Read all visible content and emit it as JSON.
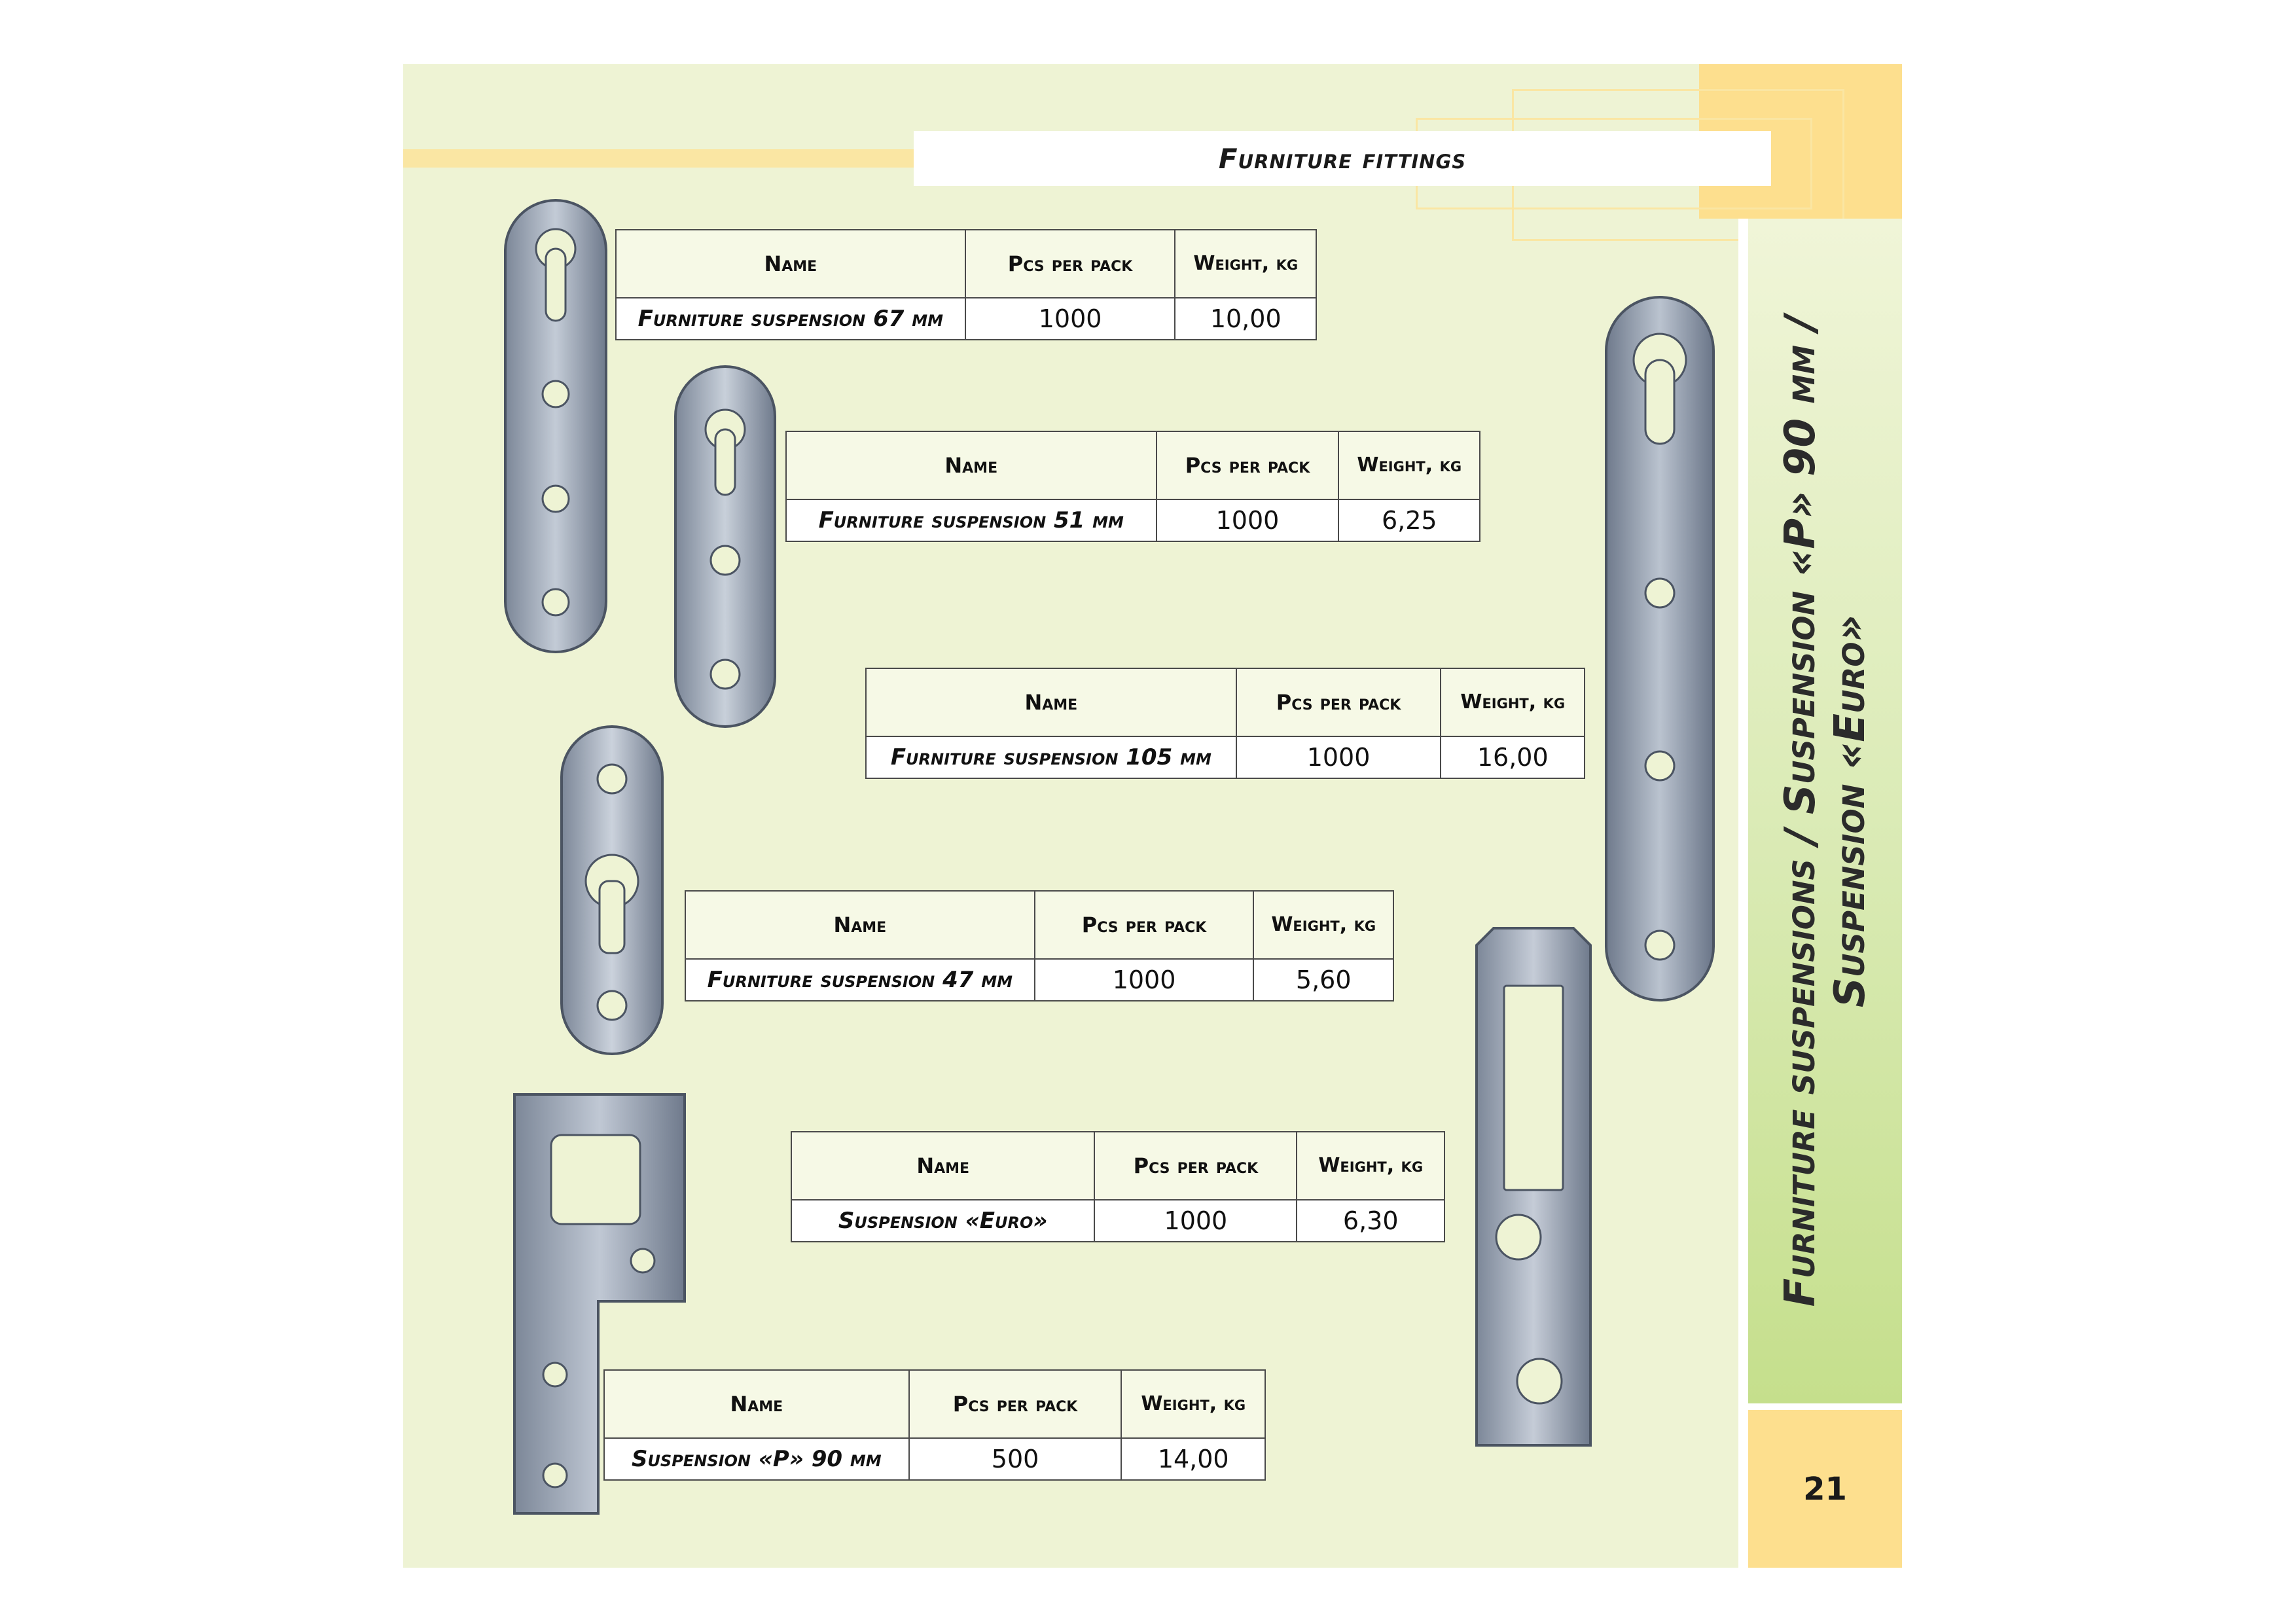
{
  "header": {
    "title": "Furniture fittings"
  },
  "side_title": {
    "line1": "Furniture suspensions / Suspension «P» 90 mm /",
    "line2": "Suspension «Euro»"
  },
  "page_number": "21",
  "columns": {
    "name": "Name",
    "pcs": "Pcs per pack",
    "weight": "Weight, kg"
  },
  "products": [
    {
      "name": "Furniture suspension 67 mm",
      "pcs": "1000",
      "weight": "10,00"
    },
    {
      "name": "Furniture suspension 51 mm",
      "pcs": "1000",
      "weight": "6,25"
    },
    {
      "name": "Furniture suspension 105 mm",
      "pcs": "1000",
      "weight": "16,00"
    },
    {
      "name": "Furniture suspension 47 mm",
      "pcs": "1000",
      "weight": "5,60"
    },
    {
      "name": "Suspension «Euro»",
      "pcs": "1000",
      "weight": "6,30"
    },
    {
      "name": "Suspension «P» 90 mm",
      "pcs": "500",
      "weight": "14,00"
    }
  ],
  "colors": {
    "page_bg": "#eef3d4",
    "accent_yellow": "#fddf8e",
    "side_green": "#c5df8c",
    "metal": "#9aa6b6"
  }
}
